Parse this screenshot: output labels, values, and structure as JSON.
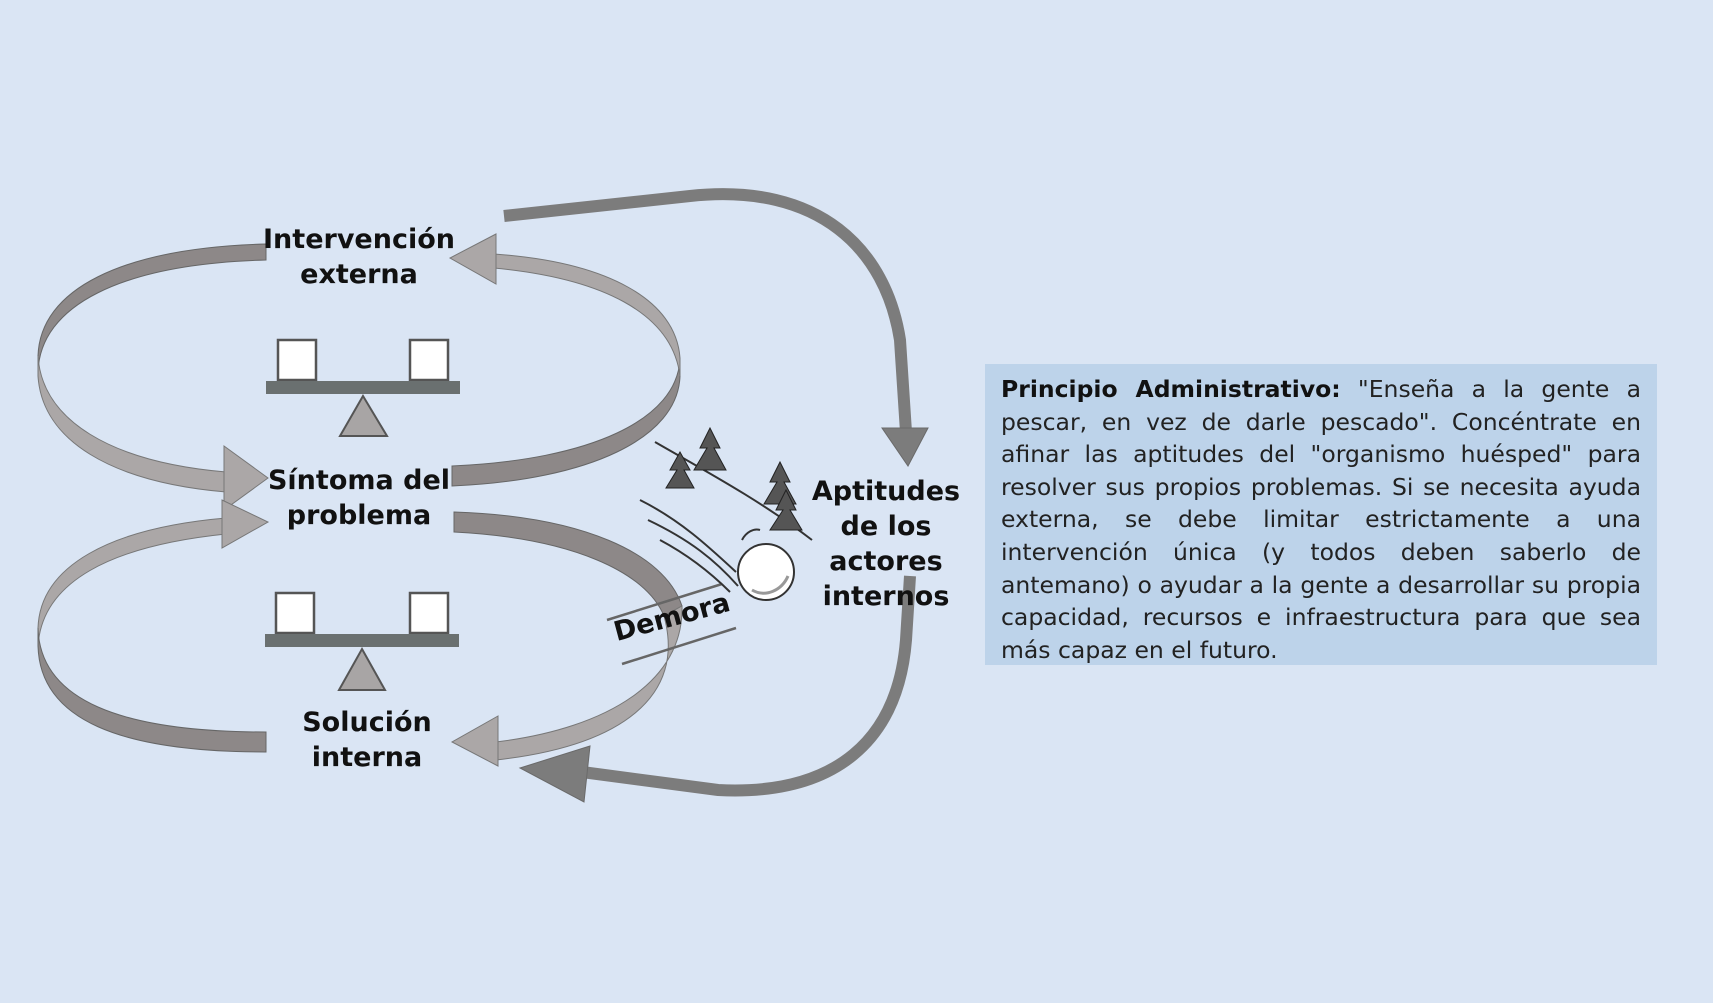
{
  "labels": {
    "intervencion": "Intervención externa",
    "sintoma": "Síntoma del problema",
    "solucion": "Solución interna",
    "aptitudes": "Aptitudes de los actores internos",
    "demora": "Demora"
  },
  "principle": {
    "title": "Principio Administrativo:",
    "text": " \"Enseña a la gente a pescar, en vez de darle pescado\". Concéntrate en afinar las aptitudes del \"organismo huésped\" para resolver sus propios problemas. Si se necesita ayuda externa, se debe limitar estrictamente a una intervención única (y todos deben saberlo de antemano) o ayudar a la gente a desarrollar su propia capacidad, recursos e infraestructura para que sea más capaz en el futuro."
  },
  "icons": [
    "balance-scale-icon",
    "snowball-icon",
    "pine-tree-icon"
  ],
  "colors": {
    "background": "#dae5f4",
    "text_box": "#bdd3ea",
    "dark_arrow": "#8a8585",
    "light_arrow": "#aba7a7",
    "bold_arrow": "#7c7c7c"
  }
}
